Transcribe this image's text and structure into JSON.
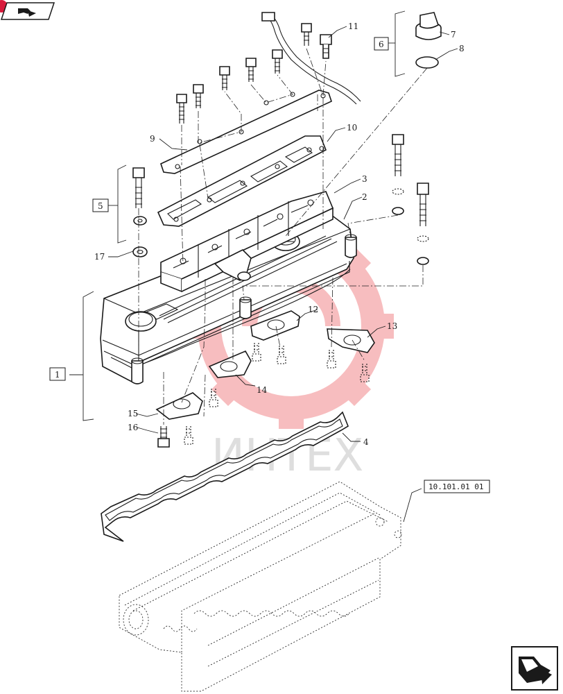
{
  "callouts": {
    "c1": "1",
    "c2": "2",
    "c3": "3",
    "c4": "4",
    "c5": "5",
    "c6": "6",
    "c7": "7",
    "c8": "8",
    "c9": "9",
    "c10": "10",
    "c11": "11",
    "c12": "12",
    "c13": "13",
    "c14": "14",
    "c15": "15",
    "c16": "16",
    "c17": "17"
  },
  "reference_label": "10.101.01 01",
  "watermark": "ИНТЕХ",
  "colors": {
    "line": "#1a1a1a",
    "watermark_red": "#e8343a",
    "badge_red": "#d81b3c"
  },
  "icons": {
    "top_nav": "arrow-book-icon",
    "bottom_nav": "next-page-arrow-icon"
  }
}
